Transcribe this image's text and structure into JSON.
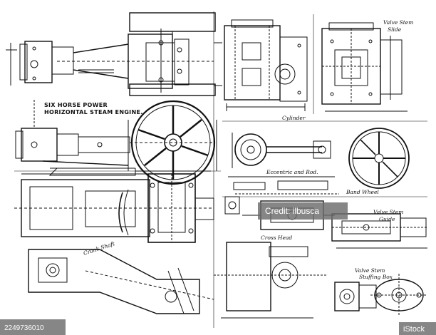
{
  "diagram": {
    "title_line1": "SIX HORSE POWER",
    "title_line2": "HORIZONTAL STEAM ENGINE.",
    "labels": {
      "valve_stem_slide_1": "Valve Stem",
      "valve_stem_slide_2": "Slide",
      "cylinder": "Cylinder",
      "eccentric_and_rod": "Eccentric and Rod.",
      "band_wheel": "Band Wheel",
      "valve_stem_guide_1": "Valve Stem",
      "valve_stem_guide_2": "Guide",
      "crank_shaft": "Crank Shaft",
      "cross_head": "Cross Head",
      "stuffing_box_1": "Valve Stem",
      "stuffing_box_2": "Stuffing Box"
    }
  },
  "watermark": {
    "credit": "Credit: ilbusca",
    "image_id": "2249736010",
    "brand": "iStock"
  },
  "colors": {
    "ink": "#111111",
    "paper": "#ffffff",
    "watermark_bar": "#6b6b6b"
  }
}
